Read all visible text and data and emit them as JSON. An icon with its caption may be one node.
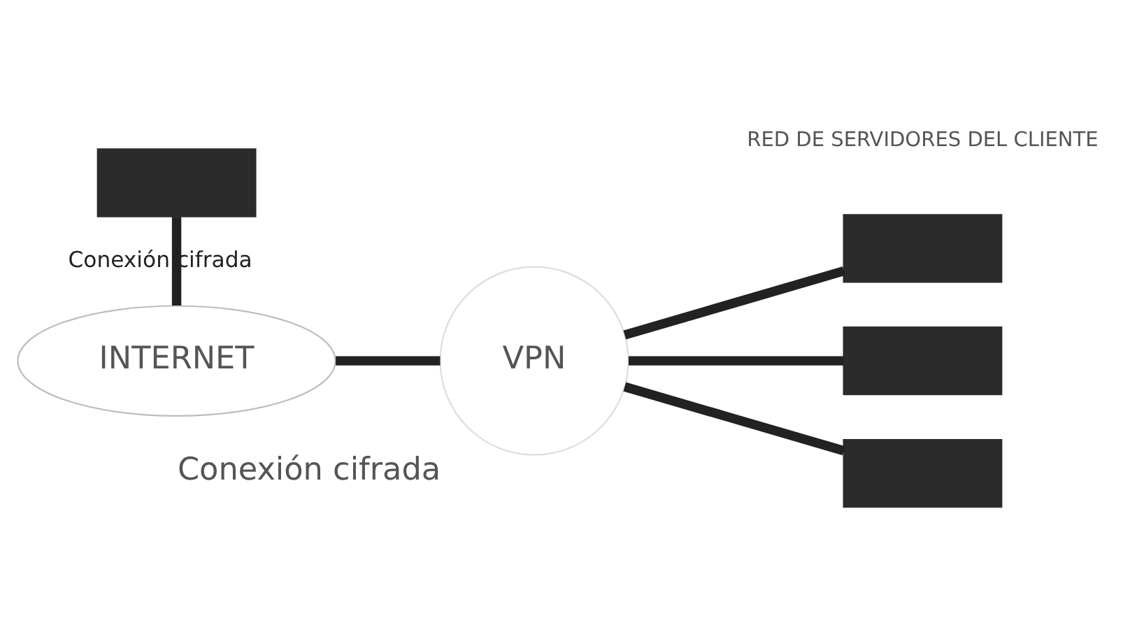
{
  "diagram": {
    "nodes": [
      {
        "text": [],
        "shape": "box"
      },
      {
        "text": [
          "INTERNET"
        ]
      },
      {
        "text": [
          "VPN"
        ],
        "beside": [
          "Conexión cifrada"
        ]
      },
      {
        "text": [],
        "shape": "box"
      },
      {
        "text": [],
        "shape": "box"
      },
      {
        "text": [],
        "shape": "box"
      }
    ],
    "edges": [
      {
        "from": 0,
        "to": 1,
        "arrow": "none",
        "label": "Conexión cifrada"
      },
      {
        "from": 1,
        "to": 2,
        "arrow": "none"
      },
      {
        "from": 2,
        "to": 3,
        "arrow": "none"
      },
      {
        "from": 2,
        "to": 4,
        "arrow": "none"
      },
      {
        "from": 2,
        "to": 5,
        "arrow": "none"
      }
    ],
    "labels": [
      "RED DE SERVIDORES DEL CLIENTE"
    ]
  }
}
